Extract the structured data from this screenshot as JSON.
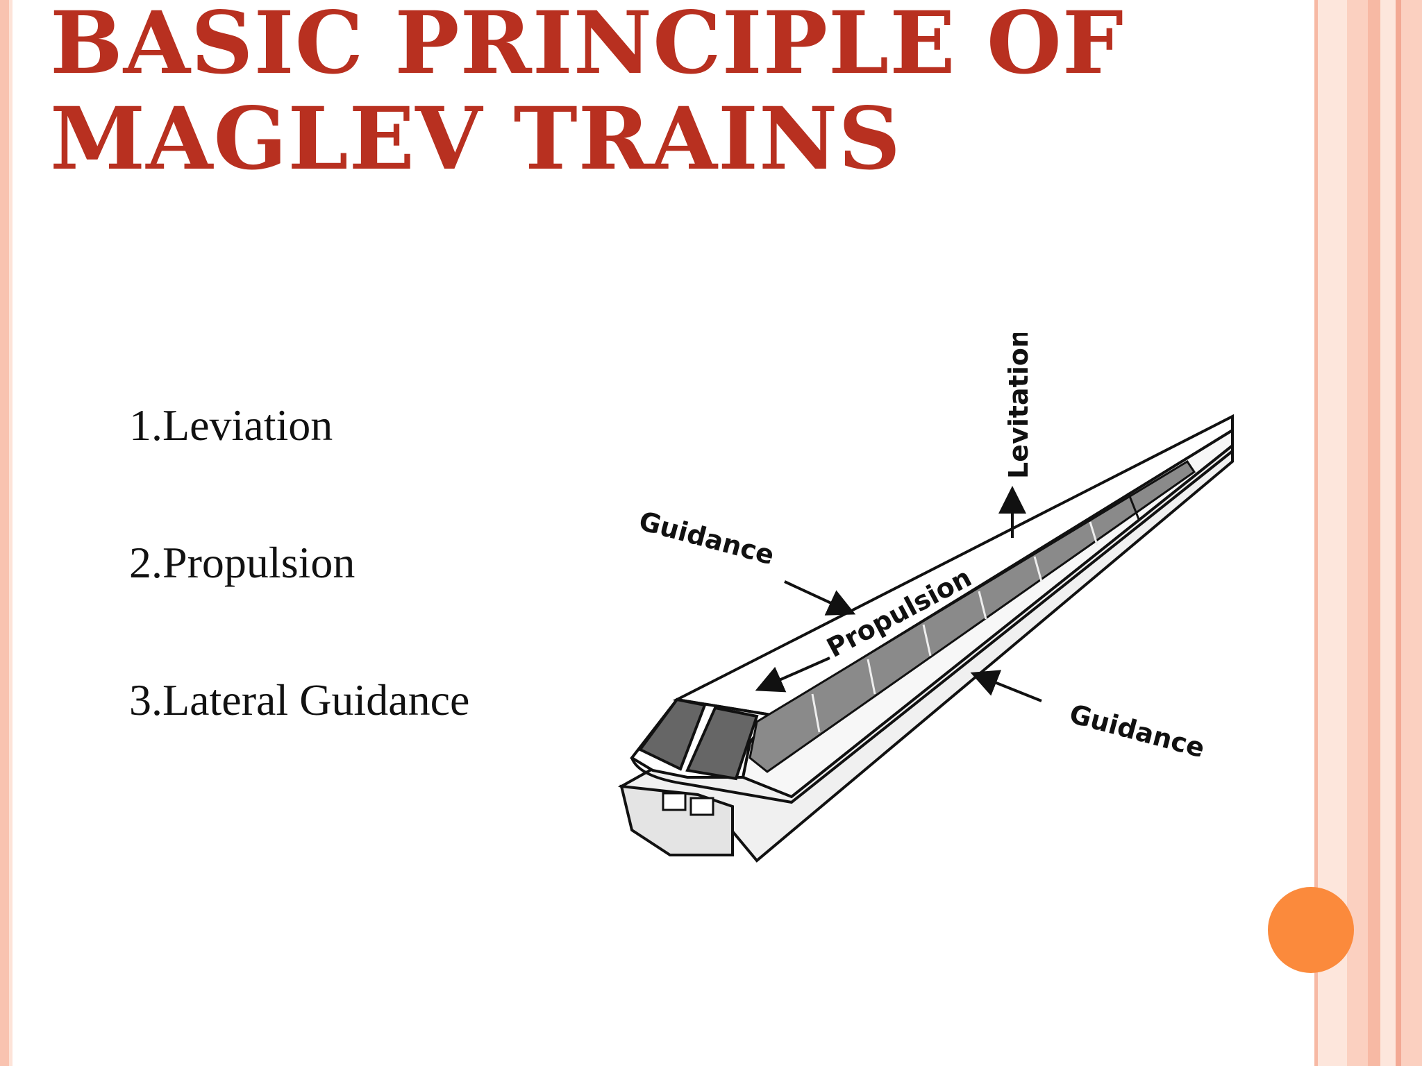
{
  "slide": {
    "title_line1": "BASIC PRINCIPLE OF",
    "title_line2": "MAGLEV TRAINS",
    "bullets": [
      "1.Leviation",
      "2.Propulsion",
      "3.Lateral Guidance"
    ]
  },
  "diagram": {
    "label_guidance_top": "Guidance",
    "label_propulsion": "Propulsion",
    "label_levitation": "Levitation",
    "label_guidance_bottom": "Guidance"
  },
  "colors": {
    "title": "#b83020",
    "accent_dot": "#fb8a3c",
    "border": "#f9c3b0"
  }
}
